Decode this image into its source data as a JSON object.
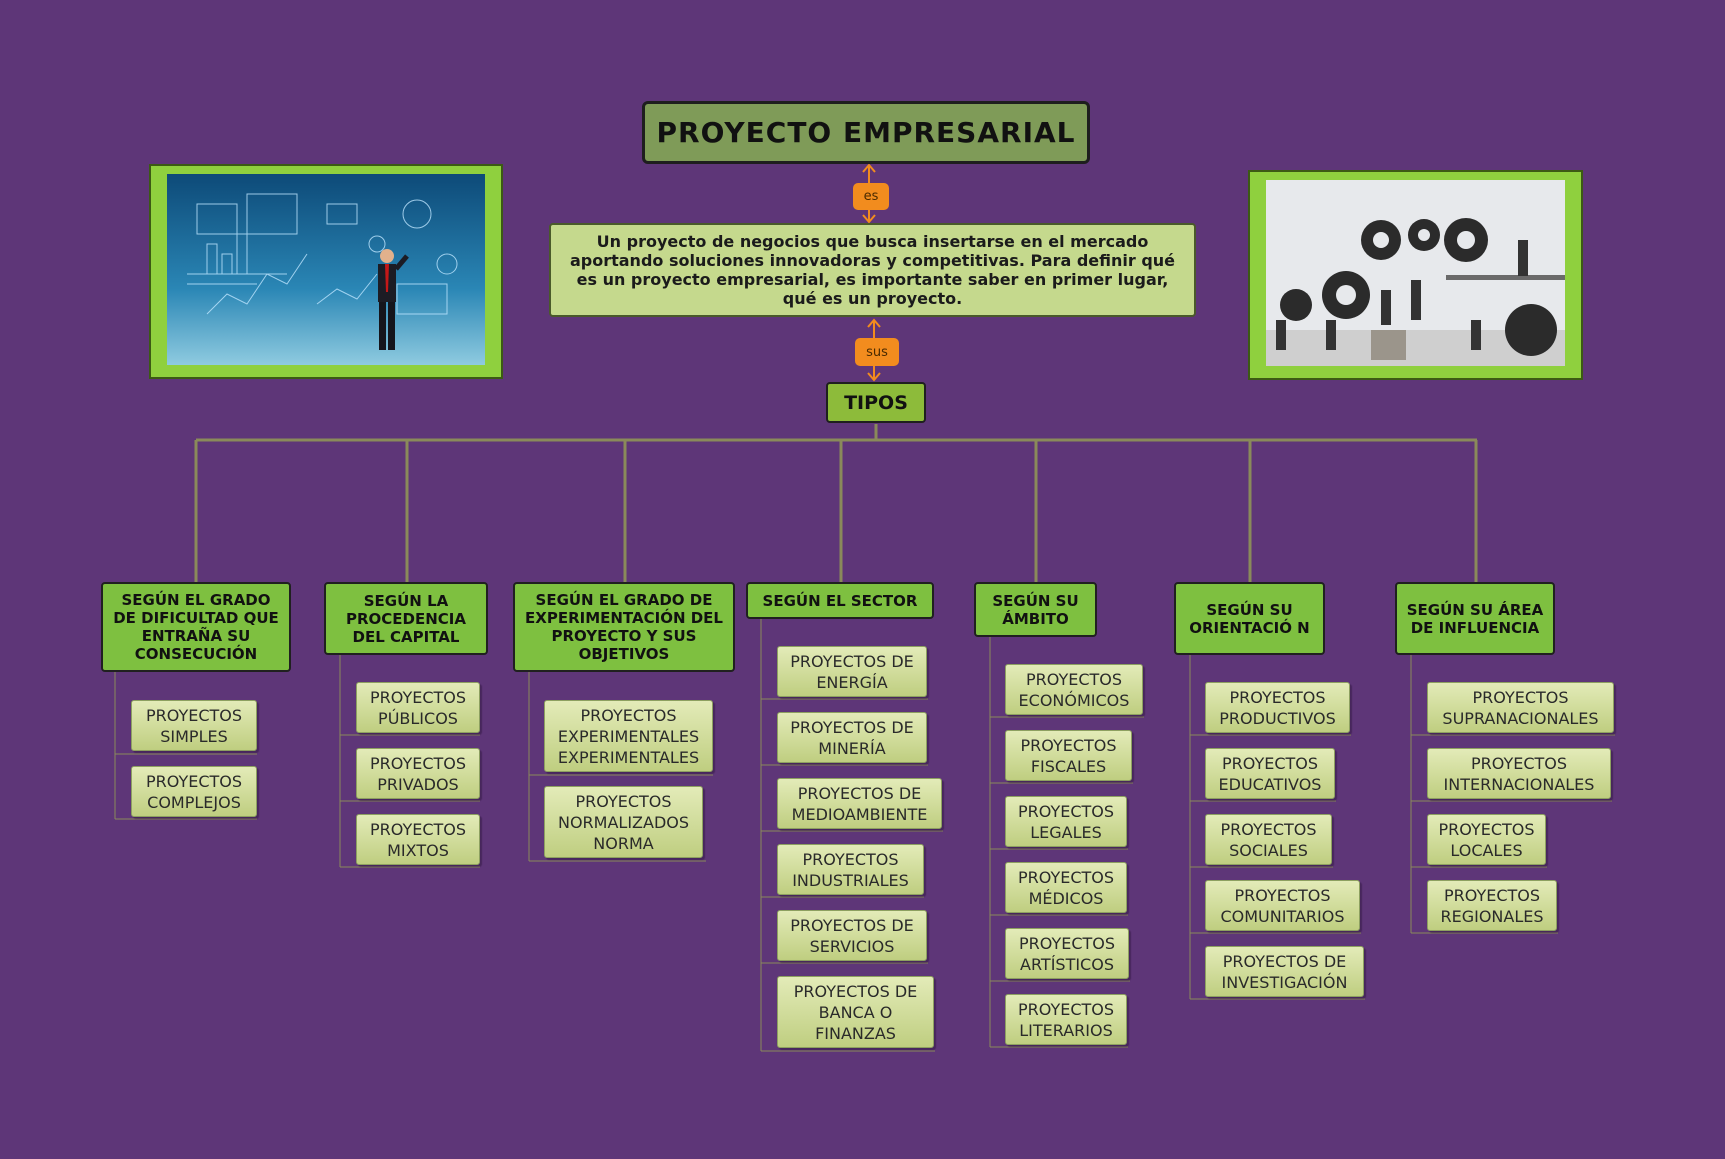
{
  "title": "PROYECTO EMPRESARIAL",
  "link_es": "es",
  "definition": "Un proyecto de negocios que busca insertarse en el mercado aportando soluciones innovadoras y competitivas. Para definir qué es un proyecto empresarial, es importante saber en primer lugar, qué es un proyecto.",
  "link_sus": "sus",
  "tipos": "TIPOS",
  "categories": [
    {
      "label": "SEGÚN EL GRADO DE DIFICULTAD QUE ENTRAÑA SU CONSECUCIÓN",
      "items": [
        "PROYECTOS SIMPLES",
        "PROYECTOS COMPLEJOS"
      ]
    },
    {
      "label": "SEGÚN LA PROCEDENCIA DEL CAPITAL",
      "items": [
        "PROYECTOS PÚBLICOS",
        "PROYECTOS PRIVADOS",
        "PROYECTOS MIXTOS"
      ]
    },
    {
      "label": "SEGÚN EL GRADO DE EXPERIMENTACIÓN DEL PROYECTO Y SUS OBJETIVOS",
      "items": [
        "PROYECTOS EXPERIMENTALES EXPERIMENTALES",
        "PROYECTOS NORMALIZADOS NORMA"
      ]
    },
    {
      "label": "SEGÚN EL SECTOR",
      "items": [
        "PROYECTOS DE ENERGÍA",
        "PROYECTOS DE MINERÍA",
        "PROYECTOS DE MEDIOAMBIENTE",
        "PROYECTOS INDUSTRIALES",
        "PROYECTOS DE SERVICIOS",
        "PROYECTOS DE BANCA O FINANZAS"
      ]
    },
    {
      "label": "SEGÚN SU ÁMBITO",
      "items": [
        "PROYECTOS ECONÓMICOS",
        "PROYECTOS FISCALES",
        "PROYECTOS LEGALES",
        "PROYECTOS MÉDICOS",
        "PROYECTOS ARTÍSTICOS",
        "PROYECTOS LITERARIOS"
      ]
    },
    {
      "label": "SEGÚN SU ORIENTACIÓ N",
      "items": [
        "PROYECTOS PRODUCTIVOS",
        "PROYECTOS EDUCATIVOS",
        "PROYECTOS SOCIALES",
        "PROYECTOS COMUNITARIOS",
        "PROYECTOS DE INVESTIGACIÓN"
      ]
    },
    {
      "label": "SEGÚN SU ÁREA DE INFLUENCIA",
      "items": [
        "PROYECTOS SUPRANACIONALES",
        "PROYECTOS INTERNACIONALES",
        "PROYECTOS LOCALES",
        "PROYECTOS REGIONALES"
      ]
    }
  ],
  "colors": {
    "background": "#5e3678",
    "title_fill": "#7f9b58",
    "category_fill": "#7ec040",
    "link_fill": "#f28c1e",
    "connector": "#8a8a5a"
  }
}
